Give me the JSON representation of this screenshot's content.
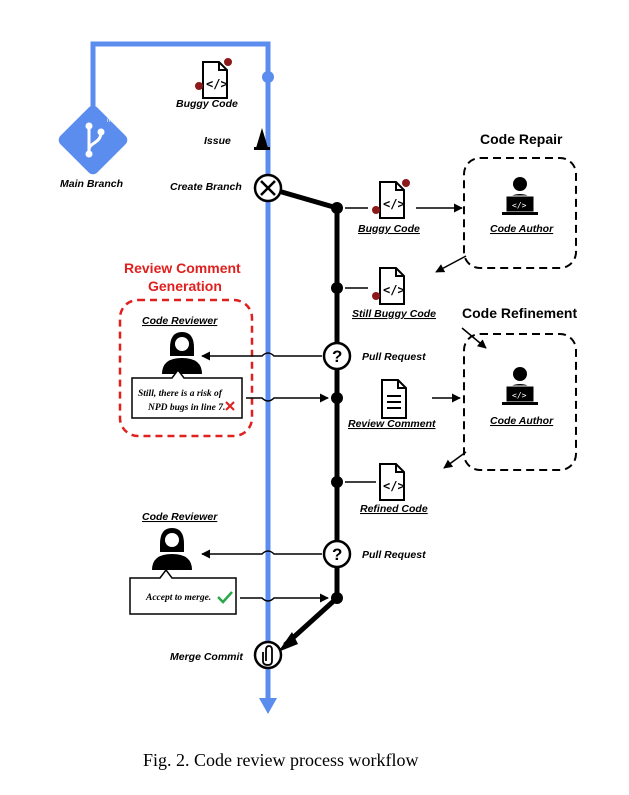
{
  "colors": {
    "main_branch": "#5b8def",
    "feature_branch": "#000000",
    "highlight_red": "#e0201e",
    "bug": "#8b1a1a",
    "check_green": "#2aa84a"
  },
  "icons": [
    "git-branch-icon",
    "buggy-file-icon",
    "traffic-cone-icon",
    "tools-icon",
    "file-code-icon",
    "developer-laptop-icon",
    "reviewer-icon",
    "question-icon",
    "document-icon",
    "paperclip-icon",
    "check-icon",
    "cross-icon"
  ],
  "labels": {
    "buggy_code_top": "Buggy Code",
    "issue": "Issue",
    "main_branch": "Main Branch",
    "create_branch": "Create Branch",
    "code_repair_title": "Code Repair",
    "buggy_code": "Buggy Code",
    "code_author_1": "Code Author",
    "still_buggy_code": "Still Buggy Code",
    "code_refinement_title": "Code Refinement",
    "review_comment_gen_line1": "Review Comment",
    "review_comment_gen_line2": "Generation",
    "code_reviewer_1": "Code Reviewer",
    "pull_request_1": "Pull Request",
    "bubble_1_line1": "Still, there is a risk of",
    "bubble_1_line2": "NPD bugs  in line 7.",
    "review_comment": "Review Comment",
    "code_author_2": "Code Author",
    "refined_code": "Refined Code",
    "code_reviewer_2": "Code Reviewer",
    "pull_request_2": "Pull Request",
    "bubble_2": "Accept to merge.",
    "merge_commit": "Merge Commit",
    "main_badge": "main"
  },
  "caption": "Fig. 2.  Code review process workflow"
}
